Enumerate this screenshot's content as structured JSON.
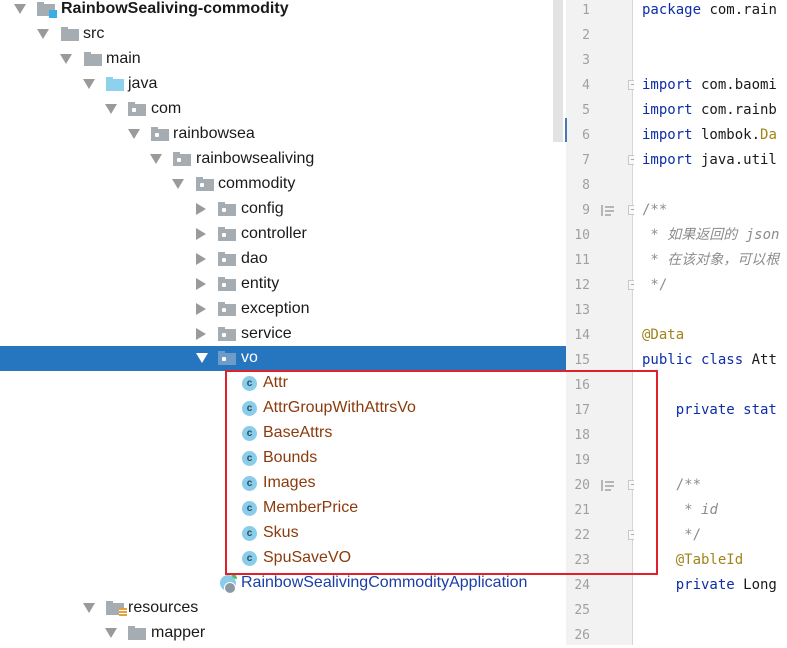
{
  "project_tree": {
    "nodes": [
      {
        "label": "RainbowSealiving-commodity",
        "type": "module",
        "expanded": true,
        "depth": 0
      },
      {
        "label": "src",
        "type": "folder",
        "expanded": true,
        "depth": 1
      },
      {
        "label": "main",
        "type": "folder",
        "expanded": true,
        "depth": 2
      },
      {
        "label": "java",
        "type": "source-folder",
        "expanded": true,
        "depth": 3
      },
      {
        "label": "com",
        "type": "package",
        "expanded": true,
        "depth": 4
      },
      {
        "label": "rainbowsea",
        "type": "package",
        "expanded": true,
        "depth": 5
      },
      {
        "label": "rainbowsealiving",
        "type": "package",
        "expanded": true,
        "depth": 6
      },
      {
        "label": "commodity",
        "type": "package",
        "expanded": true,
        "depth": 7
      },
      {
        "label": "config",
        "type": "package",
        "expanded": false,
        "depth": 8
      },
      {
        "label": "controller",
        "type": "package",
        "expanded": false,
        "depth": 8
      },
      {
        "label": "dao",
        "type": "package",
        "expanded": false,
        "depth": 8
      },
      {
        "label": "entity",
        "type": "package",
        "expanded": false,
        "depth": 8
      },
      {
        "label": "exception",
        "type": "package",
        "expanded": false,
        "depth": 8
      },
      {
        "label": "service",
        "type": "package",
        "expanded": false,
        "depth": 8
      },
      {
        "label": "vo",
        "type": "package",
        "expanded": true,
        "depth": 8,
        "selected": true
      },
      {
        "label": "Attr",
        "type": "class",
        "depth": 9
      },
      {
        "label": "AttrGroupWithAttrsVo",
        "type": "class",
        "depth": 9
      },
      {
        "label": "BaseAttrs",
        "type": "class",
        "depth": 9
      },
      {
        "label": "Bounds",
        "type": "class",
        "depth": 9
      },
      {
        "label": "Images",
        "type": "class",
        "depth": 9
      },
      {
        "label": "MemberPrice",
        "type": "class",
        "depth": 9
      },
      {
        "label": "Skus",
        "type": "class",
        "depth": 9
      },
      {
        "label": "SpuSaveVO",
        "type": "class",
        "depth": 9
      },
      {
        "label": "RainbowSealivingCommodityApplication",
        "type": "application",
        "depth": 8
      },
      {
        "label": "resources",
        "type": "resources-folder",
        "expanded": true,
        "depth": 3
      },
      {
        "label": "mapper",
        "type": "folder",
        "expanded": true,
        "depth": 4
      }
    ]
  },
  "editor": {
    "line_numbers": [
      "1",
      "2",
      "3",
      "4",
      "5",
      "6",
      "7",
      "8",
      "9",
      "10",
      "11",
      "12",
      "13",
      "14",
      "15",
      "16",
      "17",
      "18",
      "19",
      "20",
      "21",
      "22",
      "23",
      "24",
      "25",
      "26"
    ],
    "lines": {
      "l1_kw": "package",
      "l1_rest": " com.rain",
      "l4_kw": "import",
      "l4_rest": " com.baomi",
      "l5_kw": "import",
      "l5_rest": " com.rainb",
      "l6_kw": "import",
      "l6_rest": " lombok.",
      "l6_ann": "Da",
      "l7_kw": "import",
      "l7_rest": " java.util",
      "l9": "/**",
      "l10_star": " * ",
      "l10_text": "如果返回的 json",
      "l11_star": " * ",
      "l11_text": "在该对象，可以根",
      "l12": " */",
      "l14": "@Data",
      "l15_kw": "public class",
      "l15_rest": " Att",
      "l17_kw": "    private stat",
      "l20": "    /**",
      "l21_star": "     * ",
      "l21_text": "id",
      "l22": "     */",
      "l23": "    @TableId",
      "l24_kw": "    private",
      "l24_rest": " Long"
    }
  },
  "colors": {
    "selection": "#2675bf",
    "highlight_box": "#e0202a",
    "class_name": "#8b3a0c",
    "keyword": "#0d2ea8",
    "annotation": "#a08418"
  }
}
